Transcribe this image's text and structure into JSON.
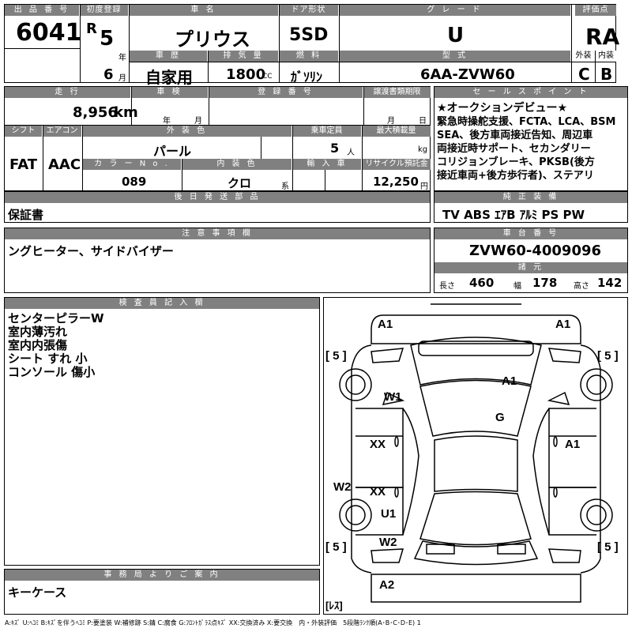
{
  "header": {
    "lot_no_label": "出 品 番 号",
    "lot_no": "6041",
    "first_reg_label": "初度登録",
    "era": "R",
    "year": "5",
    "year_unit": "年",
    "month": "6",
    "month_unit": "月",
    "car_name_label": "車 名",
    "car_name": "プリウス",
    "door_label": "ドア形状",
    "door": "5SD",
    "grade_label": "グ レ ー ド",
    "grade": "U",
    "score_label": "評価点",
    "score": "RA",
    "history_label": "車 歴",
    "history": "自家用",
    "displacement_label": "排 気 量",
    "displacement": "1800",
    "displacement_unit": "CC",
    "fuel_label": "燃 料",
    "fuel": "ｶﾞｿﾘﾝ",
    "model_label": "型 式",
    "model": "6AA-ZVW60",
    "exterior_label": "外装",
    "exterior": "C",
    "interior_label": "内装",
    "interior": "B"
  },
  "row2": {
    "mileage_label": "走 行",
    "mileage": "8,956",
    "mileage_unit": "km",
    "inspection_label": "車 検",
    "inspection_year_unit": "年",
    "inspection_month_unit": "月",
    "regno_label": "登 録 番 号",
    "transfer_label": "譲渡書類期限",
    "transfer_month_unit": "月",
    "transfer_day_unit": "日",
    "sales_label": "セ ー ル ス ポ イ ン ト",
    "sales_lines": [
      "★オークションデビュー★",
      "緊急時操舵支援、FCTA、LCA、BSM",
      "SEA、後方車両接近告知、周辺車",
      "両接近時サポート、セカンダリー",
      "コリジョンブレーキ、PKSB(後方",
      "接近車両+後方歩行者)、ステアリ"
    ]
  },
  "row3": {
    "shift_label": "シフト",
    "shift": "FAT",
    "aircon_label": "エアコン",
    "aircon": "AAC",
    "ext_color_label": "外 装 色",
    "ext_color": "パール",
    "capacity_label": "乗車定員",
    "capacity": "5",
    "capacity_unit": "人",
    "max_load_label": "最大積載量",
    "max_load_unit": "kg",
    "color_no_label": "カ ラ ー N o .",
    "color_no": "089",
    "int_color_label": "内 装 色",
    "int_color": "クロ",
    "int_color_unit": "系",
    "import_label": "輸 入 車",
    "recycle_label": "リサイクル預託金",
    "recycle": "12,250",
    "recycle_unit": "円"
  },
  "later_parts": {
    "label": "後 日 発 送 部 品",
    "value": "保証書"
  },
  "equipment": {
    "label": "純 正 装 備",
    "value": "TV ABS ｴｱB ｱﾙﾐ PS PW"
  },
  "notes": {
    "label": "注 意 事 項 欄",
    "value": "ングヒーター、サイドバイザー"
  },
  "chassis": {
    "label": "車 台 番 号",
    "value": "ZVW60-4009096"
  },
  "specs": {
    "label": "諸 元",
    "length_label": "長さ",
    "length": "460",
    "width_label": "幅",
    "width": "178",
    "height_label": "高さ",
    "height": "142"
  },
  "inspector": {
    "label": "検 査 員 記 入 欄",
    "lines": [
      "センターピラーW",
      "室内薄汚れ",
      "室内内張傷",
      "シート すれ 小",
      "コンソール 傷小"
    ]
  },
  "office": {
    "label": "事 務 局 よ り ご 案 内",
    "value": "キーケース"
  },
  "diagram": {
    "marks": {
      "a1_front_left": "A1",
      "a1_front_right": "A1",
      "a1_hood": "A1",
      "g_windshield": "G",
      "w1_left_fender": "W1",
      "xx_front_door": "XX",
      "xx_rear_door": "XX",
      "a1_right_door": "A1",
      "w2_left_rocker": "W2",
      "u1_left_quarter": "U1",
      "w2_left_rear": "W2",
      "a2_rear_bumper": "A2"
    },
    "tire_front_left": "[ 5 ]",
    "tire_front_right": "[ 5 ]",
    "tire_rear_left": "[ 5 ]",
    "tire_rear_right": "[ 5 ]",
    "spare": "[ﾚｽ]"
  },
  "legend": "A:ｷｽﾞ U:ﾍｺﾐ B:ｷｽﾞを伴うﾍｺﾐ P:要塗装 W:補修跡 S:錆 C:腐食 G:ﾌﾛﾝﾄｶﾞﾗｽ点ｷｽﾞ XX:交換済み X:要交換　内・外装評価　5段階ﾗﾝｸ順(A･B･C･D･E) 1"
}
